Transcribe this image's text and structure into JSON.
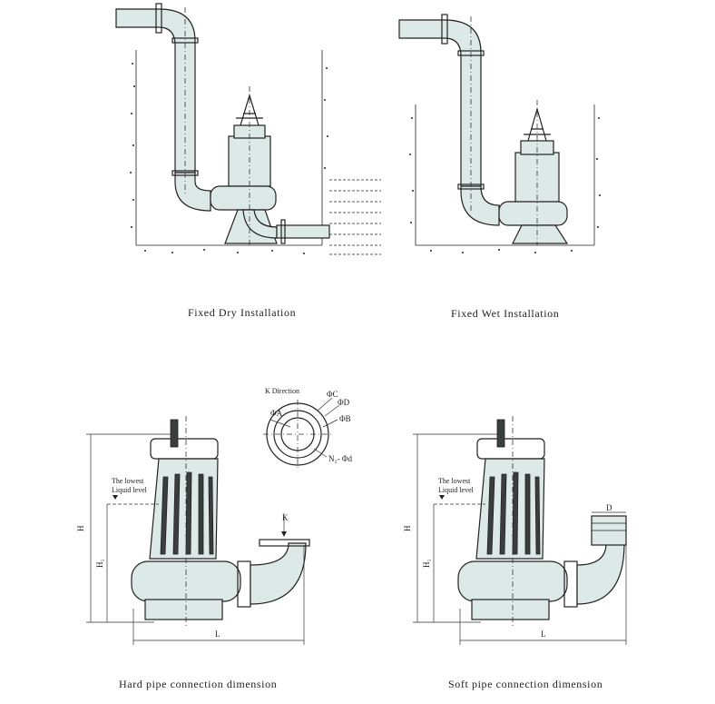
{
  "captions": {
    "fixed_dry": "Fixed Dry  Installation",
    "fixed_wet": "Fixed Wet  Installation",
    "hard_pipe": "Hard pipe  connection  dimension",
    "soft_pipe": "Soft pipe  connection  dimension"
  },
  "k_direction": {
    "title": "K Direction",
    "phi_a": "ΦA",
    "phi_b": "ΦB",
    "phi_c": "ΦC",
    "phi_d": "ΦD",
    "n2_phi_d": "N₂- Φd"
  },
  "hard_pipe_dims": {
    "lowest_liquid_line1": "The lowest",
    "lowest_liquid_line2": "Liquid level",
    "h": "H",
    "h1": "H₁",
    "l": "L",
    "k": "K"
  },
  "soft_pipe_dims": {
    "lowest_liquid_line1": "The lowest",
    "lowest_liquid_line2": "Liquid level",
    "h": "H",
    "h1": "H₁",
    "l": "L",
    "d": "D"
  },
  "colors": {
    "fill": "#dde9e6",
    "stroke": "#222222",
    "dark": "#3a3f3e"
  }
}
